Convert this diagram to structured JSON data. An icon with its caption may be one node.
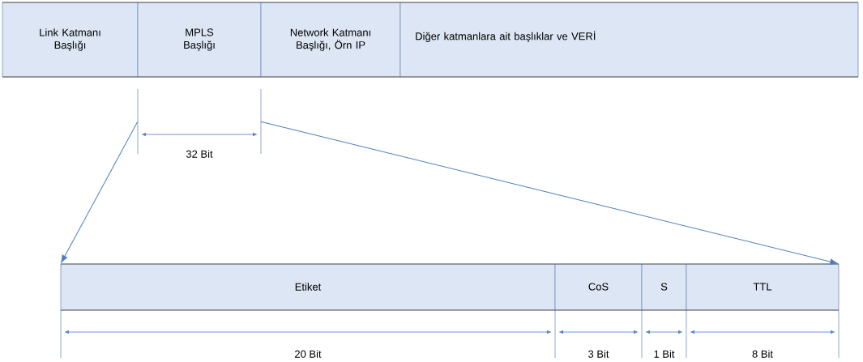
{
  "diagram": {
    "nodes": [
      {
        "text": [
          "Link Katmanı Başlığı"
        ]
      },
      {
        "text": [
          "MPLS Başlığı"
        ]
      },
      {
        "text": [
          "Network Katmanı Başlığı, Örn IP"
        ]
      },
      {
        "text": [
          "Diğer katmanlara ait başlıklar ve VERİ"
        ]
      },
      {
        "text": [
          "Etiket"
        ]
      },
      {
        "text": [
          "CoS"
        ]
      },
      {
        "text": [
          "S"
        ]
      },
      {
        "text": [
          "TTL"
        ]
      }
    ],
    "edges": [
      {
        "from": 1,
        "to": 4,
        "arrow": "to"
      },
      {
        "from": 1,
        "to": 7,
        "arrow": "to"
      }
    ],
    "labels": [
      "32 Bit",
      "20 Bit",
      "3 Bit",
      "1 Bit",
      "8 Bit"
    ]
  }
}
